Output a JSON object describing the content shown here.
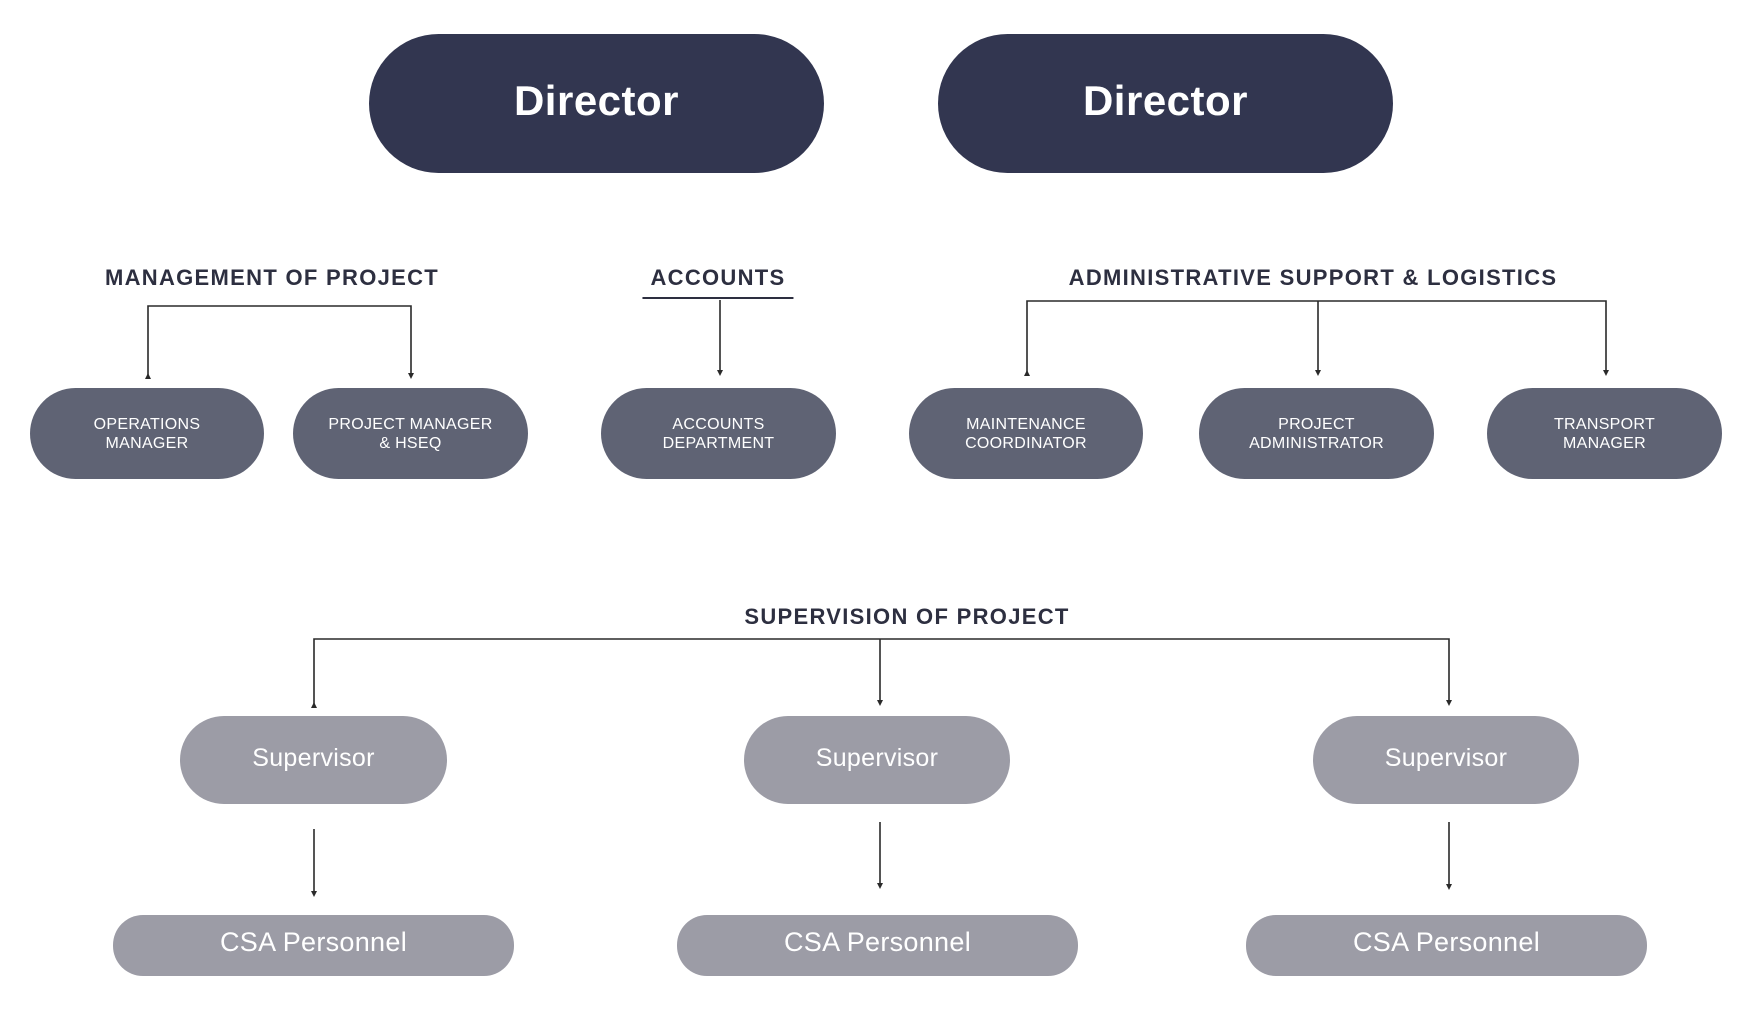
{
  "directors": [
    {
      "label": "Director"
    },
    {
      "label": "Director"
    }
  ],
  "groups": {
    "management": {
      "label": "MANAGEMENT OF PROJECT",
      "roles": [
        "OPERATIONS\nMANAGER",
        "PROJECT MANAGER\n& HSEQ"
      ]
    },
    "accounts": {
      "label": "ACCOUNTS",
      "roles": [
        "ACCOUNTS\nDEPARTMENT"
      ]
    },
    "admin": {
      "label": "ADMINISTRATIVE SUPPORT & LOGISTICS",
      "roles": [
        "MAINTENANCE\nCOORDINATOR",
        "PROJECT\nADMINISTRATOR",
        "TRANSPORT\nMANAGER"
      ]
    }
  },
  "supervision": {
    "label": "SUPERVISION OF PROJECT",
    "supervisors": [
      "Supervisor",
      "Supervisor",
      "Supervisor"
    ],
    "personnel": [
      "CSA Personnel",
      "CSA Personnel",
      "CSA Personnel"
    ]
  },
  "colors": {
    "director": "#323650",
    "role": "#5f6374",
    "supervisor": "#9c9ca6",
    "label_text": "#2d2f40",
    "connector": "#2a2a2a"
  }
}
